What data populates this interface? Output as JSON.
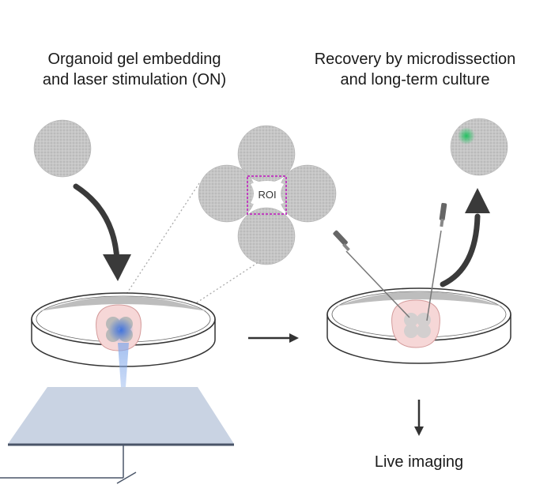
{
  "left_panel": {
    "title_line1": "Organoid gel embedding",
    "title_line2": "and laser stimulation (ON)"
  },
  "right_panel": {
    "title_line1": "Recovery by microdissection",
    "title_line2": "and long-term culture"
  },
  "roi_label": "ROI",
  "live_imaging_label": "Live imaging",
  "colors": {
    "organoid_gray": "#c9c9c9",
    "dish_rim": "#333333",
    "laser_blue": "#5b8de0",
    "gfp_green": "#33c46a",
    "roi_magenta": "#c040c0",
    "stage_plate": "#c9d3e3"
  }
}
